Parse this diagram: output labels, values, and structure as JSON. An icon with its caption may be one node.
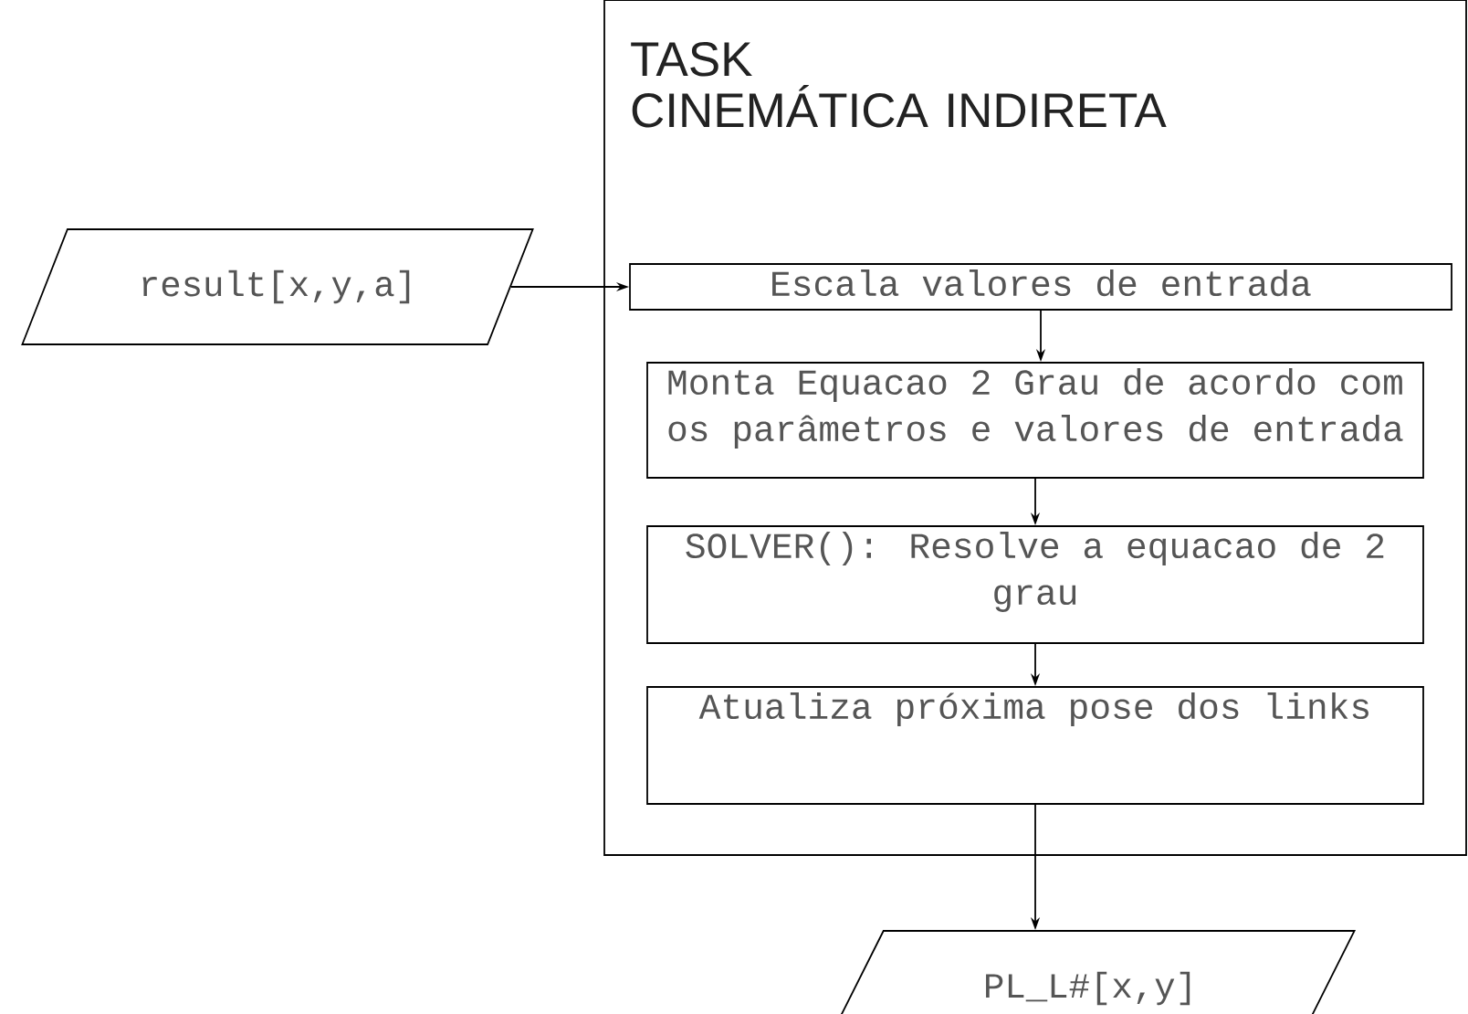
{
  "diagram": {
    "nodes": [
      {
        "text": [
          "TASK",
          "CINEMÁTICA INDIRETA"
        ]
      },
      {
        "text": [
          "result[x,y,a]"
        ]
      },
      {
        "text": [
          "Escala valores de entrada"
        ],
        "in": 0
      },
      {
        "text": [
          "Monta Equacao 2 Grau de acordo com os parâmetros e valores de entrada"
        ],
        "in": 0
      },
      {
        "text": [
          "SOLVER(): Resolve a equacao de 2 grau"
        ],
        "in": 0
      },
      {
        "text": [
          "Atualiza próxima pose dos links"
        ],
        "in": 0
      },
      {
        "text": [
          "PL_L#[x,y]"
        ]
      }
    ],
    "edges": [
      {
        "from": 1,
        "to": 2,
        "arrow": "to"
      },
      {
        "from": 2,
        "to": 3,
        "arrow": "to"
      },
      {
        "from": 3,
        "to": 4,
        "arrow": "to"
      },
      {
        "from": 4,
        "to": 5,
        "arrow": "to"
      },
      {
        "from": 5,
        "to": 6,
        "arrow": "to"
      }
    ]
  }
}
